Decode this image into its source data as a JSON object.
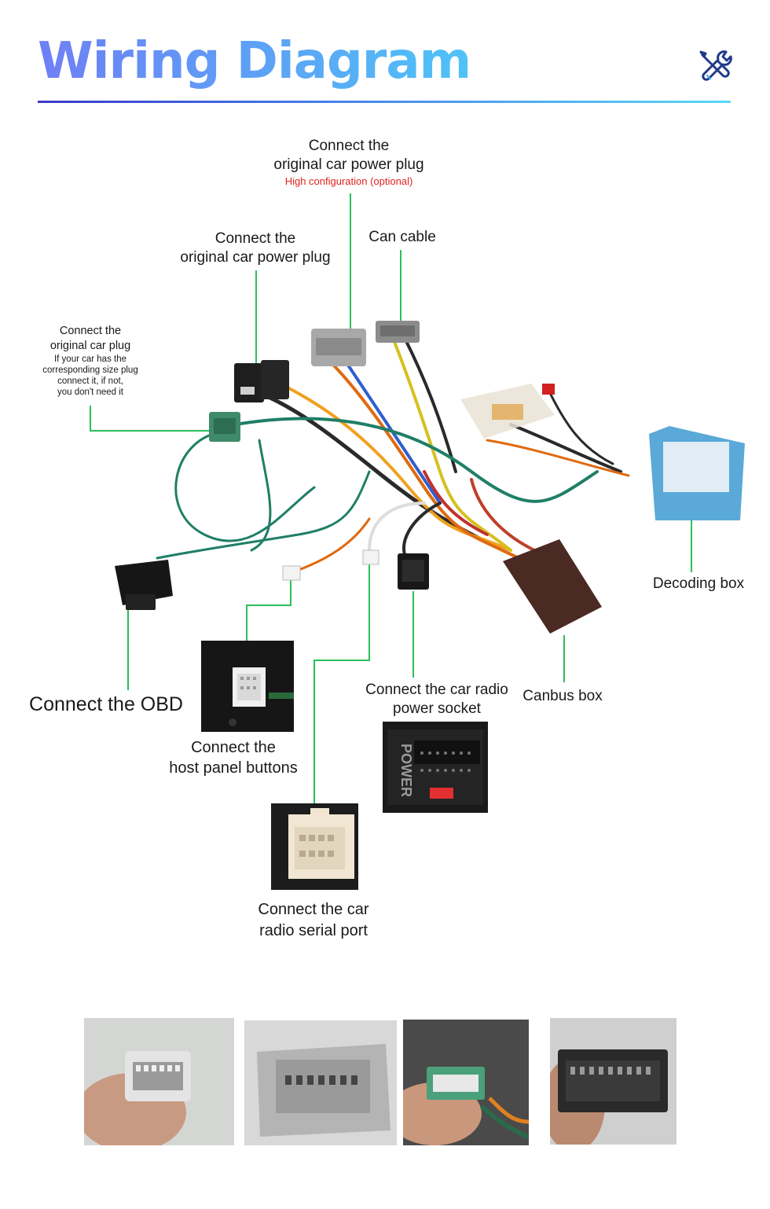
{
  "header": {
    "title": "Wiring Diagram",
    "icon": "tools-icon"
  },
  "labels": {
    "power_plug_high_l1": "Connect the",
    "power_plug_high_l2": "original car power plug",
    "power_plug_high_note": "High configuration (optional)",
    "power_plug_l1": "Connect the",
    "power_plug_l2": "original car power plug",
    "can_cable": "Can cable",
    "car_plug_l1": "Connect the",
    "car_plug_l2": "original car plug",
    "car_plug_note_l1": "If your car has the",
    "car_plug_note_l2": "corresponding size plug",
    "car_plug_note_l3": "connect it, if not,",
    "car_plug_note_l4": "you don't need it",
    "decoding_box": "Decoding box",
    "obd": "Connect the OBD",
    "canbus_box": "Canbus box",
    "radio_power_l1": "Connect the car radio",
    "radio_power_l2": "power socket",
    "panel_buttons_l1": "Connect the",
    "panel_buttons_l2": "host panel buttons",
    "serial_port_l1": "Connect the car",
    "serial_port_l2": "radio  serial port"
  },
  "photo_text": {
    "power_word": "POWER"
  },
  "colors": {
    "leader_line": "#2bbf5c",
    "note_red": "#e0231c",
    "title_gradient_start": "#6f7ff5",
    "title_gradient_end": "#4fc3f7",
    "decoding_box": "#5aa9d8",
    "canbus_box": "#4a2a22"
  }
}
